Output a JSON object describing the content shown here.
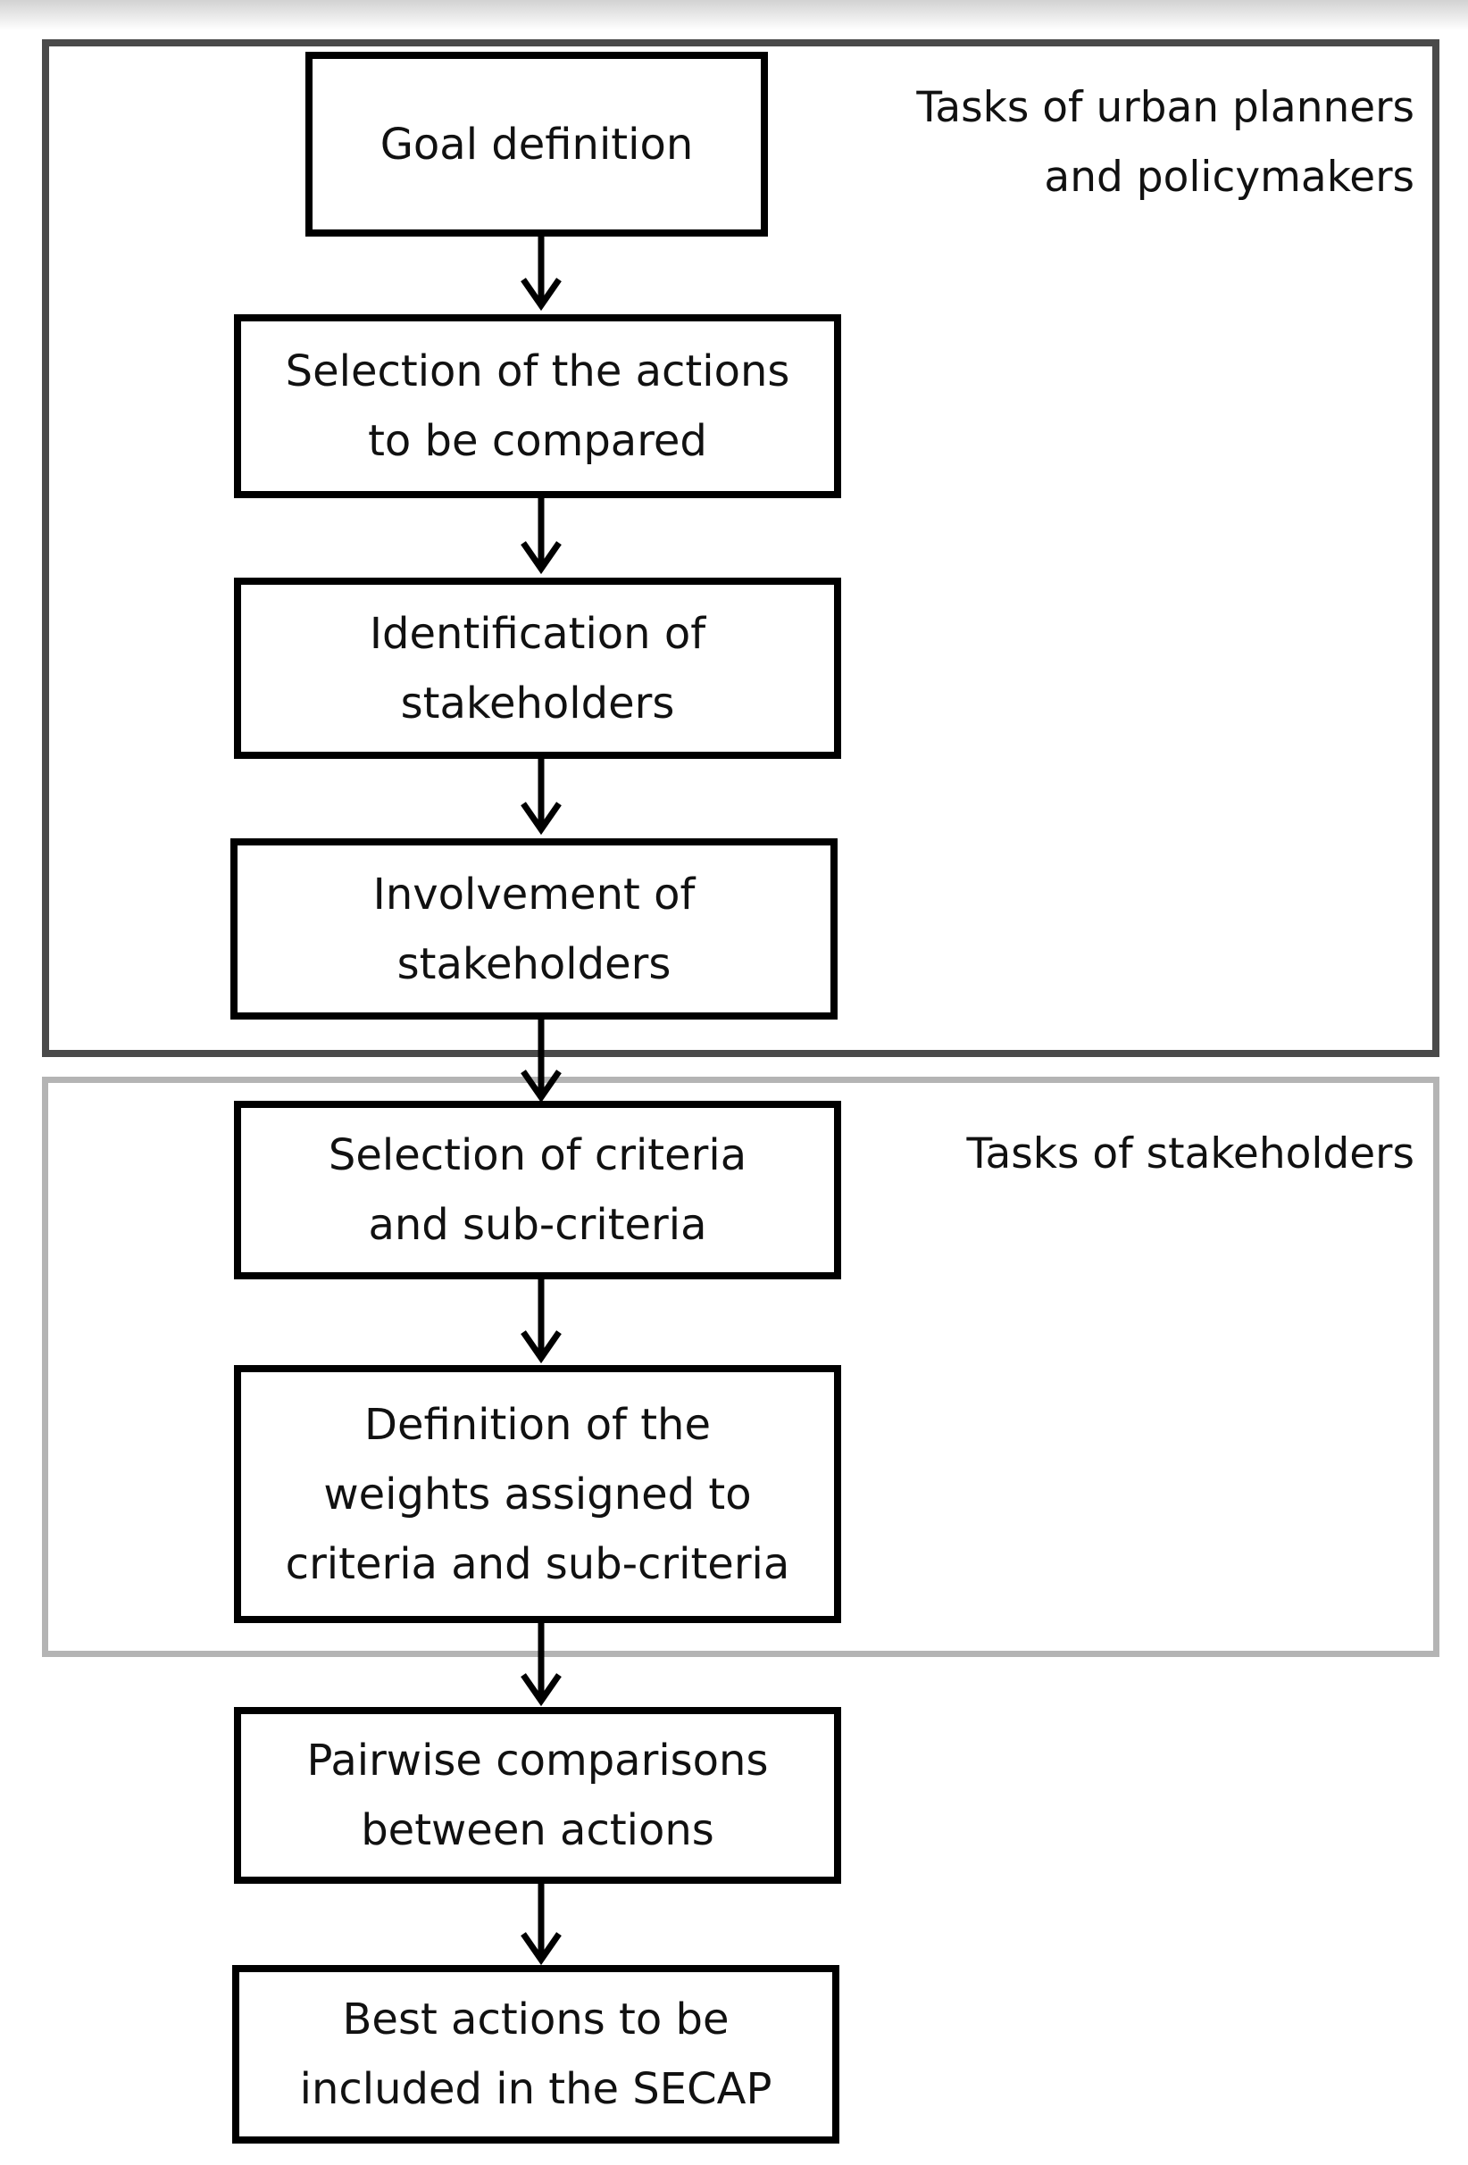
{
  "groups": [
    {
      "label": "Tasks of urban planners\nand policymakers",
      "color": "#4a4a4a"
    },
    {
      "label": "Tasks of stakeholders",
      "color": "#b4b4b4"
    }
  ],
  "steps": [
    {
      "text": "Goal definition"
    },
    {
      "text": "Selection of the actions\nto be compared"
    },
    {
      "text": "Identification of\nstakeholders"
    },
    {
      "text": "Involvement of\nstakeholders"
    },
    {
      "text": "Selection of criteria\nand sub-criteria"
    },
    {
      "text": "Definition of the\nweights assigned to\ncriteria and sub-criteria"
    },
    {
      "text": "Pairwise comparisons\nbetween actions"
    },
    {
      "text": "Best actions to be\nincluded in the SECAP"
    }
  ]
}
